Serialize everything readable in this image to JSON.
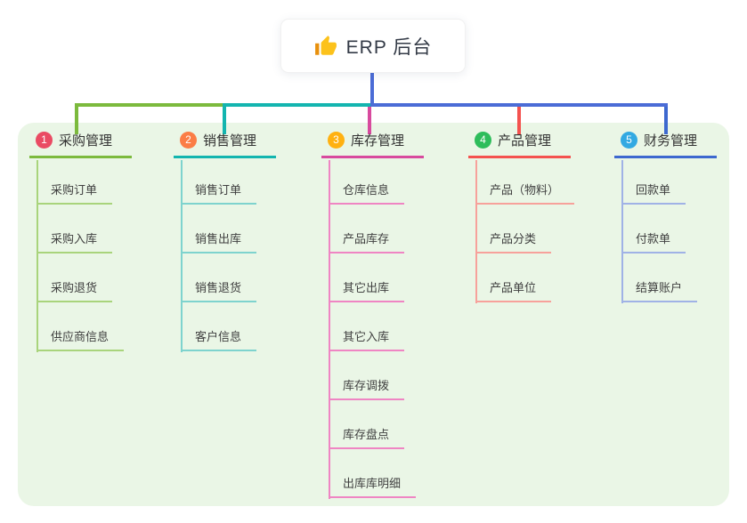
{
  "root": {
    "icon": "thumbs-up",
    "title": "ERP 后台"
  },
  "connectors": {
    "root_color": "#4b6cd6"
  },
  "canvas": {
    "panel_bg": "#eaf6e6",
    "background": "#ffffff"
  },
  "branches": [
    {
      "num": "1",
      "title": "采购管理",
      "badge_color": "#ea4b63",
      "line_color": "#7cba3d",
      "child_line_color": "#a9d47c",
      "children": [
        "采购订单",
        "采购入库",
        "采购退货",
        "供应商信息"
      ]
    },
    {
      "num": "2",
      "title": "销售管理",
      "badge_color": "#fb7d46",
      "line_color": "#13b5af",
      "child_line_color": "#7ed3ce",
      "children": [
        "销售订单",
        "销售出库",
        "销售退货",
        "客户信息"
      ]
    },
    {
      "num": "3",
      "title": "库存管理",
      "badge_color": "#ffb111",
      "line_color": "#d84a9e",
      "child_line_color": "#ef85c3",
      "children": [
        "仓库信息",
        "产品库存",
        "其它出库",
        "其它入库",
        "库存调拨",
        "库存盘点",
        "出库库明细"
      ]
    },
    {
      "num": "4",
      "title": "产品管理",
      "badge_color": "#2ebd5b",
      "line_color": "#f4524f",
      "child_line_color": "#f7a19b",
      "children": [
        "产品（物料）",
        "产品分类",
        "产品单位"
      ]
    },
    {
      "num": "5",
      "title": "财务管理",
      "badge_color": "#32a9e2",
      "line_color": "#3d68cf",
      "child_line_color": "#a0b2e6",
      "children": [
        "回款单",
        "付款单",
        "结算账户"
      ]
    }
  ]
}
